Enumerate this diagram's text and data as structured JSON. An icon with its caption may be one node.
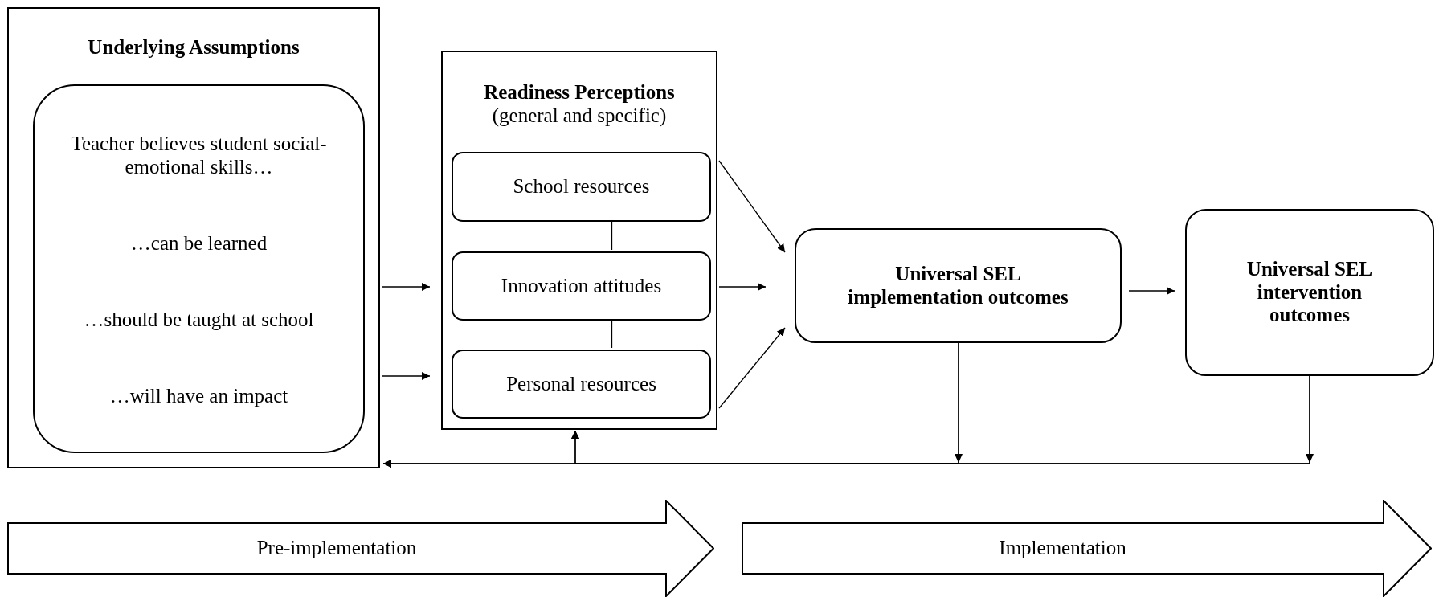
{
  "diagram": {
    "nodes": [
      {
        "text": [
          "Underlying Assumptions"
        ]
      },
      {
        "text": [
          "Teacher believes student social-emotional skills…",
          "…can be learned",
          "…should be taught at school",
          "…will have an impact"
        ],
        "in": 0
      },
      {
        "text": [
          "Readiness Perceptions",
          "(general and specific)"
        ]
      },
      {
        "text": [
          "School resources"
        ],
        "in": 2
      },
      {
        "text": [
          "Innovation attitudes"
        ],
        "in": 2
      },
      {
        "text": [
          "Personal resources"
        ],
        "in": 2
      },
      {
        "text": [
          "Universal SEL implementation outcomes"
        ]
      },
      {
        "text": [
          "Universal SEL intervention outcomes"
        ]
      },
      {
        "text": [
          "Pre-implementation"
        ]
      },
      {
        "text": [
          "Implementation"
        ]
      }
    ],
    "edges": [
      {
        "from": 0,
        "to": 2,
        "arrow": "to"
      },
      {
        "from": 0,
        "to": 2,
        "arrow": "to"
      },
      {
        "from": 3,
        "to": 4,
        "arrow": "none"
      },
      {
        "from": 4,
        "to": 5,
        "arrow": "none"
      },
      {
        "from": 3,
        "to": 6,
        "arrow": "to"
      },
      {
        "from": 4,
        "to": 6,
        "arrow": "to"
      },
      {
        "from": 5,
        "to": 6,
        "arrow": "to"
      },
      {
        "from": 6,
        "to": 7,
        "arrow": "to"
      },
      {
        "from": 6,
        "to": 0,
        "arrow": "to"
      },
      {
        "from": 6,
        "to": 2,
        "arrow": "to"
      },
      {
        "from": 7,
        "to": 0,
        "arrow": "to"
      },
      {
        "from": 7,
        "to": 2,
        "arrow": "to"
      }
    ]
  }
}
